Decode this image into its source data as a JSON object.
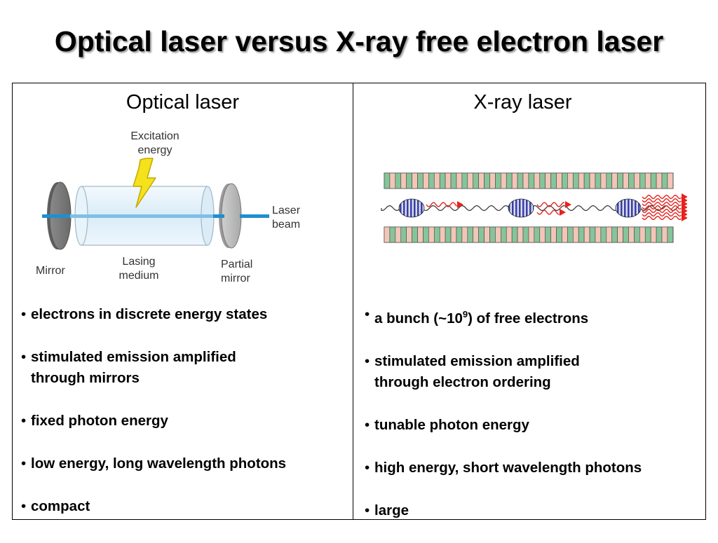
{
  "slide": {
    "title": "Optical laser versus X-ray free electron laser"
  },
  "optical": {
    "heading": "Optical laser",
    "diagram": {
      "excitation_line1": "Excitation",
      "excitation_line2": "energy",
      "laser_line1": "Laser",
      "laser_line2": "beam",
      "mirror": "Mirror",
      "lasing_line1": "Lasing",
      "lasing_line2": "medium",
      "partial_line1": "Partial",
      "partial_line2": "mirror"
    },
    "bullets": [
      {
        "line1": "electrons in discrete energy states",
        "line2": ""
      },
      {
        "line1": "stimulated emission amplified",
        "line2": "through mirrors"
      },
      {
        "line1": "fixed photon energy",
        "line2": ""
      },
      {
        "line1": "low energy, long wavelength photons",
        "line2": ""
      },
      {
        "line1": "compact",
        "line2": ""
      }
    ]
  },
  "xray": {
    "heading": "X-ray laser",
    "bullets": [
      {
        "pre": "a bunch (~10",
        "sup": "9",
        "post": ") of free electrons"
      },
      {
        "line1": "stimulated emission amplified",
        "line2": "through electron ordering"
      },
      {
        "line1": "tunable photon energy",
        "line2": ""
      },
      {
        "line1": "high energy, short wavelength photons",
        "line2": ""
      },
      {
        "line1": "large",
        "line2": ""
      }
    ]
  },
  "colors": {
    "undulator_green": "#86c49a",
    "undulator_pink": "#f2c6b6",
    "bunch_blue": "#4a52a8",
    "wave_red": "#e8221b",
    "beam_blue": "#1e8fd0",
    "bolt_yellow": "#f3e21c"
  }
}
